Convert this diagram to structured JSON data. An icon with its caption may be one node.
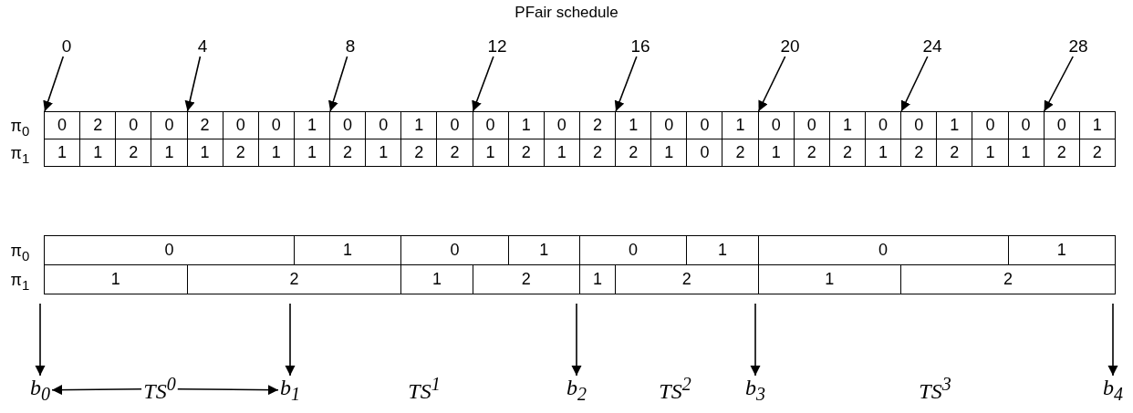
{
  "diagram": {
    "title": "PFair schedule",
    "nodes": [
      {
        "text": [
          "0"
        ]
      },
      {
        "text": [
          "4"
        ]
      },
      {
        "text": [
          "8"
        ]
      },
      {
        "text": [
          "12"
        ]
      },
      {
        "text": [
          "16"
        ]
      },
      {
        "text": [
          "20"
        ]
      },
      {
        "text": [
          "24"
        ]
      },
      {
        "text": [
          "28"
        ]
      },
      {
        "text": [
          "b$_{0}$"
        ]
      },
      {
        "text": [
          "b$_{1}$"
        ]
      },
      {
        "text": [
          "b$_{2}$"
        ]
      },
      {
        "text": [
          "b$_{3}$"
        ]
      },
      {
        "text": [
          "b$_{4}$"
        ]
      },
      {
        "text": [
          "TS$^{0}$"
        ]
      },
      {
        "text": [
          "TS$^{1}$"
        ]
      },
      {
        "text": [
          "TS$^{2}$"
        ]
      },
      {
        "text": [
          "TS$^{3}$"
        ]
      },
      {
        "text": [
          "0"
        ]
      },
      {
        "text": [
          "2"
        ]
      },
      {
        "text": [
          "0"
        ]
      },
      {
        "text": [
          "0"
        ]
      },
      {
        "text": [
          "1"
        ]
      },
      {
        "text": [
          "0"
        ]
      },
      {
        "text": [
          "0"
        ]
      },
      {
        "text": [
          "0"
        ]
      }
    ],
    "edges": [
      {
        "from": 0,
        "to": 17,
        "arrow": "to"
      },
      {
        "from": 1,
        "to": 18,
        "arrow": "to"
      },
      {
        "from": 2,
        "to": 19,
        "arrow": "to"
      },
      {
        "from": 3,
        "to": 20,
        "arrow": "to"
      },
      {
        "from": 4,
        "to": 21,
        "arrow": "to"
      },
      {
        "from": 5,
        "to": 22,
        "arrow": "to"
      },
      {
        "from": 6,
        "to": 23,
        "arrow": "to"
      },
      {
        "from": 7,
        "to": 24,
        "arrow": "to"
      },
      {
        "from": null,
        "to": 8,
        "arrow": "to"
      },
      {
        "from": null,
        "to": 9,
        "arrow": "to"
      },
      {
        "from": null,
        "to": 10,
        "arrow": "to"
      },
      {
        "from": null,
        "to": 11,
        "arrow": "to"
      },
      {
        "from": null,
        "to": 12,
        "arrow": "to"
      },
      {
        "from": 13,
        "to": 8,
        "arrow": "to"
      },
      {
        "from": 13,
        "to": 9,
        "arrow": "to"
      }
    ],
    "labels": [
      "π$_{0}$",
      "2",
      "0",
      "0",
      "0",
      "0",
      "1",
      "0",
      "1",
      "0",
      "1",
      "0",
      "2",
      "0",
      "0",
      "1",
      "0",
      "1",
      "0",
      "1",
      "0",
      "0",
      "1",
      "π$_{1}$",
      "1",
      "1",
      "2",
      "1",
      "1",
      "2",
      "1",
      "1",
      "2",
      "1",
      "2",
      "2",
      "1",
      "2",
      "1",
      "2",
      "2",
      "1",
      "0",
      "2",
      "1",
      "2",
      "2",
      "1",
      "2",
      "2",
      "1",
      "1",
      "2",
      "2",
      "π$_{0}$",
      "0",
      "1",
      "0",
      "1",
      "0",
      "1",
      "0",
      "1",
      "π$_{1}$",
      "1",
      "2",
      "1",
      "2",
      "1",
      "2",
      "1",
      "2"
    ]
  }
}
